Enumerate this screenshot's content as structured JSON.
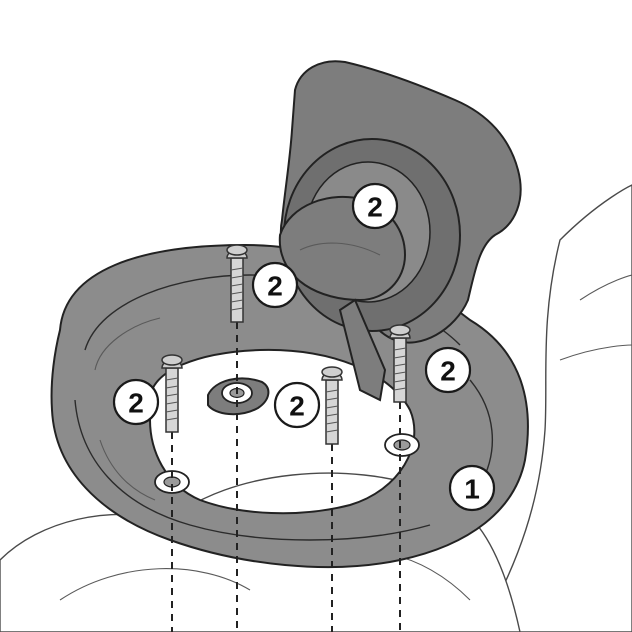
{
  "callouts": [
    {
      "id": "screw-a",
      "label": "2"
    },
    {
      "id": "screw-b",
      "label": "2"
    },
    {
      "id": "screw-c",
      "label": "2"
    },
    {
      "id": "screw-d",
      "label": "2"
    },
    {
      "id": "screw-e",
      "label": "2"
    },
    {
      "id": "ring",
      "label": "1"
    }
  ],
  "colors": {
    "part_fill": "#8c8c8c",
    "outline": "#222222",
    "background": "#ffffff"
  }
}
